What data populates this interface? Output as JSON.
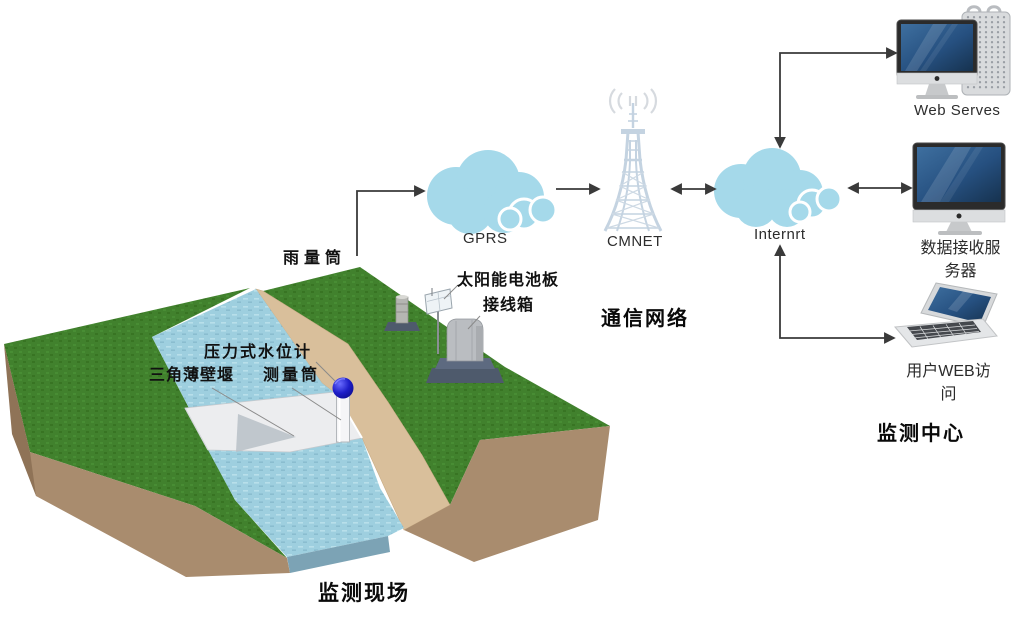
{
  "site": {
    "section_label": "监测现场",
    "labels": {
      "rain_gauge": "雨量筒",
      "solar_panel": "太阳能电池板",
      "junction_box": "接线箱",
      "pressure_gauge": "压力式水位计",
      "weir": "三角薄壁堰",
      "measuring_tube": "测量筒"
    }
  },
  "network": {
    "section_label": "通信网络",
    "gprs": "GPRS",
    "cmnet": "CMNET",
    "internet": "Internrt"
  },
  "center": {
    "section_label": "监测中心",
    "web_server": "Web Serves",
    "data_server": "数据接收服务器",
    "user_web": "用户WEB访问"
  },
  "colors": {
    "cloud": "#a5d9ea",
    "grass": "#41812d",
    "soil": "#a98c6e",
    "slope": "#d9bf9b",
    "water": "#9ecfdf",
    "weir": "#ecedef",
    "sensor_blue": "#1212b8",
    "screen_blue": "#2a5580",
    "tower": "#c4d3e1",
    "arrow": "#3a3a3a"
  }
}
